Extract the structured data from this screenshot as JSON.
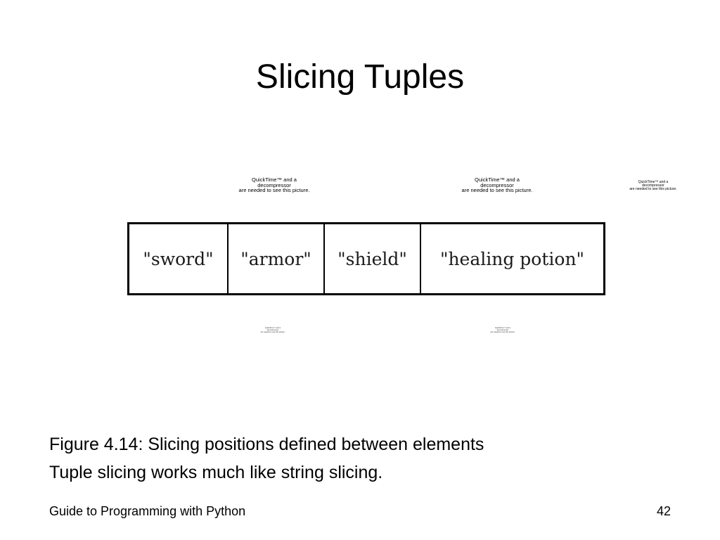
{
  "slide": {
    "title": "Slicing Tuples"
  },
  "placeholders": {
    "quicktime": {
      "line1": "QuickTime™ and a",
      "line2": "decompressor",
      "line3": "are needed to see this picture."
    }
  },
  "tuple": {
    "elements": [
      "\"sword\"",
      "\"armor\"",
      "\"shield\"",
      "\"healing potion\""
    ]
  },
  "content": {
    "caption": "Figure 4.14: Slicing positions defined between elements",
    "body": "Tuple slicing works much like string slicing."
  },
  "footer": {
    "course": "Guide to Programming with Python",
    "page_number": "42"
  }
}
